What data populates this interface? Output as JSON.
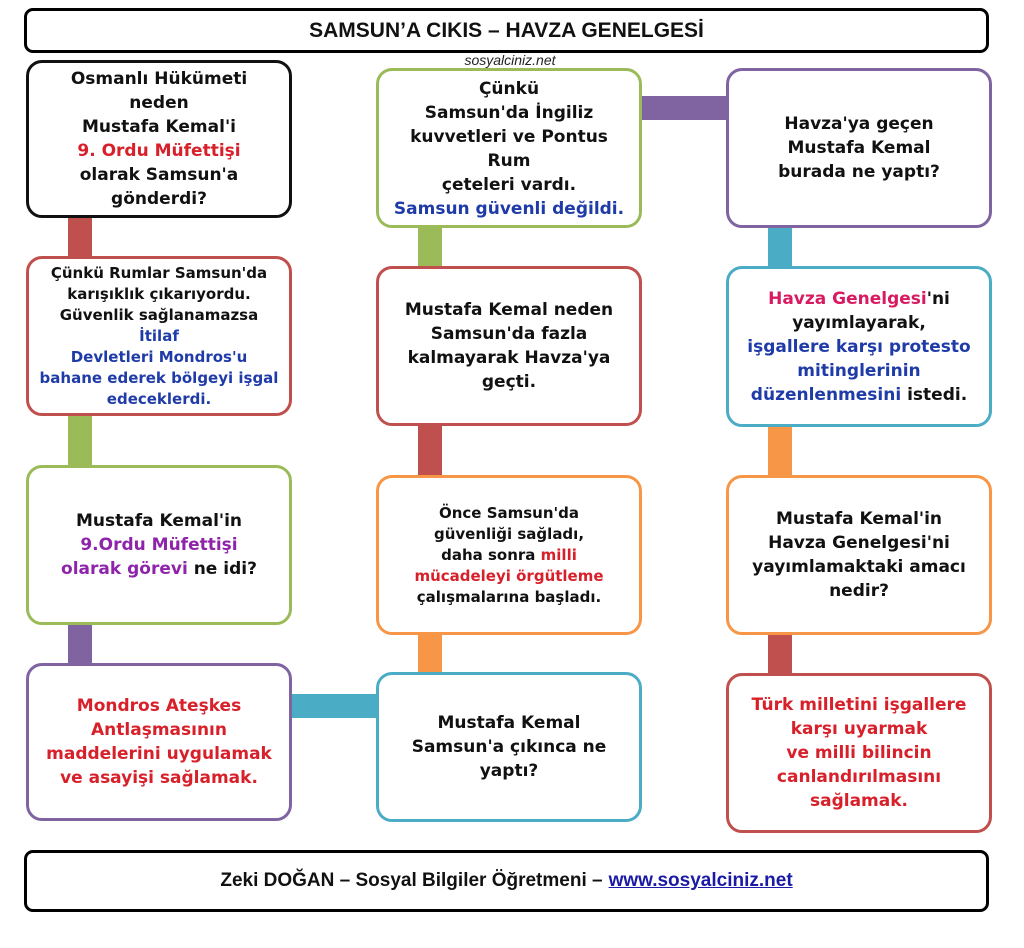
{
  "header": {
    "title": "SAMSUN’A CIKIS – HAVZA GENELGESİ",
    "watermark": "sosyalciniz.net"
  },
  "colors": {
    "black": "#111111",
    "red_border": "#c0504d",
    "green_border": "#9bbb59",
    "purple_border": "#8064a2",
    "teal_border": "#4bacc6",
    "orange_border": "#f79646",
    "text_red": "#d8202a",
    "text_blue": "#1f3ba8",
    "text_purple": "#8e24aa",
    "text_pink": "#d81b60"
  },
  "boxes": {
    "b1": {
      "l1": "Osmanlı Hükümeti neden",
      "l2": "Mustafa Kemal'i",
      "l3": "9. Ordu Müfettişi",
      "l4": "olarak Samsun'a",
      "l5": "gönderdi?"
    },
    "b2": {
      "l1": "Çünkü Rumlar Samsun'da",
      "l2": "karışıklık çıkarıyordu.",
      "l3a": "Güvenlik sağlanamazsa ",
      "l3b": "İtilaf",
      "l4": "Devletleri Mondros'u",
      "l5": "bahane ederek bölgeyi işgal",
      "l6": "edeceklerdi."
    },
    "b3": {
      "l1": "Mustafa Kemal'in",
      "l2": "9.Ordu Müfettişi",
      "l3a": "olarak görevi",
      "l3b": " ne idi?"
    },
    "b4": {
      "l1": "Mondros Ateşkes",
      "l2": "Antlaşmasının",
      "l3": "maddelerini uygulamak",
      "l4": "ve asayişi sağlamak."
    },
    "b5": {
      "l1": "Mustafa Kemal",
      "l2": "Samsun'a çıkınca ne",
      "l3": "yaptı?"
    },
    "b6": {
      "l1": "Önce Samsun'da",
      "l2": "güvenliği sağladı,",
      "l3a": "daha sonra ",
      "l3b": "milli",
      "l4": "mücadeleyi örgütleme",
      "l5": "çalışmalarına başladı."
    },
    "b7": {
      "l1": "Mustafa Kemal neden",
      "l2": "Samsun'da fazla",
      "l3": "kalmayarak Havza'ya",
      "l4": "geçti."
    },
    "b8": {
      "l1": "Çünkü",
      "l2": "Samsun'da İngiliz",
      "l3": "kuvvetleri ve Pontus Rum",
      "l4": "çeteleri vardı.",
      "l5": "Samsun güvenli değildi."
    },
    "b9": {
      "l1": "Havza'ya geçen",
      "l2": "Mustafa Kemal",
      "l3": "burada ne yaptı?"
    },
    "b10": {
      "l1a": "Havza Genelgesi",
      "l1b": "'ni",
      "l2": "yayımlayarak,",
      "l3": "işgallere karşı protesto",
      "l4": "mitinglerinin",
      "l5a": "düzenlenmesini",
      "l5b": " istedi."
    },
    "b11": {
      "l1": "Mustafa Kemal'in",
      "l2": "Havza Genelgesi'ni",
      "l3": "yayımlamaktaki amacı",
      "l4": "nedir?"
    },
    "b12": {
      "l1": "Türk milletini işgallere",
      "l2": "karşı uyarmak",
      "l3": "ve milli bilincin",
      "l4": "canlandırılmasını",
      "l5": "sağlamak."
    }
  },
  "footer": {
    "author": "Zeki DOĞAN – Sosyal Bilgiler Öğretmeni –",
    "link": "www.sosyalciniz.net"
  }
}
